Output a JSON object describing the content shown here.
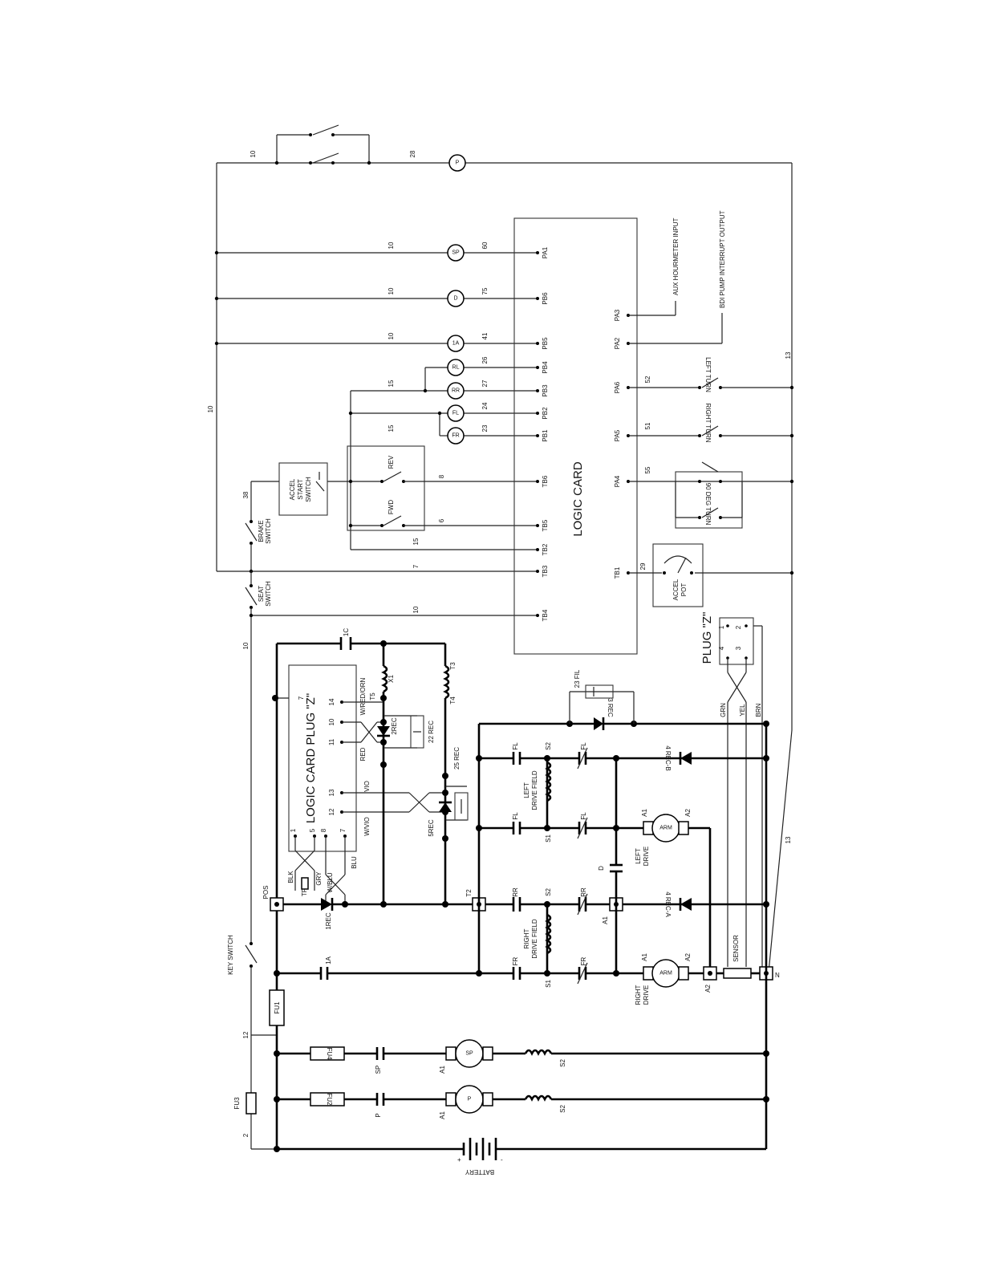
{
  "logic_card": {
    "title": "LOGIC CARD",
    "pins": {
      "PA1": "PA1",
      "PB6": "PB6",
      "PB5": "PB5",
      "PB4": "PB4",
      "PB3": "PB3",
      "PB2": "PB2",
      "PB1": "PB1",
      "TB6": "TB6",
      "TB5": "TB5",
      "TB2": "TB2",
      "TB3": "TB3",
      "TB4": "TB4",
      "PA3": "PA3",
      "PA2": "PA2",
      "PA6": "PA6",
      "PA5": "PA5",
      "PA4": "PA4",
      "TB1": "TB1"
    }
  },
  "outputs": {
    "aux_hourmeter": "AUX HOURMETER INPUT",
    "bdi_pump": "BDI PUMP INTERRUPT OUTPUT"
  },
  "coils": {
    "P": "P",
    "SP": "SP",
    "D": "D",
    "1A": "1A",
    "RL": "RL",
    "RR": "RR",
    "FL": "FL",
    "FR": "FR"
  },
  "wires": {
    "w10": "10",
    "w28": "28",
    "w60": "60",
    "w75": "75",
    "w41": "41",
    "w26": "26",
    "w27": "27",
    "w24": "24",
    "w23": "23",
    "w15": "15",
    "w8": "8",
    "w6": "6",
    "w7": "7",
    "w38": "38",
    "w13": "13",
    "w52": "52",
    "w51": "51",
    "w55": "55",
    "w29": "29",
    "w12": "12",
    "w2": "2"
  },
  "switches": {
    "accel_start": [
      "ACCEL",
      "START",
      "SWITCH"
    ],
    "brake": [
      "BRAKE",
      "SWITCH"
    ],
    "seat": [
      "SEAT",
      "SWITCH"
    ],
    "key": "KEY SWITCH",
    "rev": "REV",
    "fwd": "FWD",
    "left_turn": "LEFT TURN",
    "right_turn": "RIGHT TURN",
    "deg90_turn": "90 DEG TURN"
  },
  "accel_pot": [
    "ACCEL",
    "POT"
  ],
  "plug_z": {
    "title": "PLUG \"Z\"",
    "pins": {
      "p1": "1",
      "p2": "2",
      "p3": "3",
      "p4": "4"
    },
    "wires": {
      "grn": "GRN",
      "yel": "YEL",
      "brn": "BRN"
    }
  },
  "logic_plug": {
    "title": "LOGIC CARD PLUG \"Z\"",
    "pins": {
      "p7": "7",
      "p14": "14",
      "p10": "10",
      "p11": "11",
      "p13": "13",
      "p12": "12",
      "p1": "1",
      "p5": "5",
      "p8": "8",
      "p7b": "7"
    },
    "wires": {
      "wredorn": "W/RED/ORN",
      "red": "RED",
      "vio": "VIO",
      "wvio": "W/VIO",
      "blk": "BLK",
      "gry": "GRY",
      "wblu": "W/BLU",
      "blu": "BLU",
      "tp": "TP"
    }
  },
  "power": {
    "c1C": "1C",
    "x1": "X1",
    "t5": "T5",
    "t3": "T3",
    "t4": "T4",
    "t2": "T2",
    "rec2": "2REC",
    "rec22": "22 REC",
    "rec25": "25 REC",
    "rec5": "5REC",
    "rec1": "1REC",
    "rec3": "3 REC",
    "fil23": "23 FIL",
    "pos": "POS",
    "n": "N",
    "c1A": "1A",
    "contacts": {
      "FL": "FL",
      "FR": "FR",
      "RR": "RR"
    },
    "s1": "S1",
    "s2": "S2",
    "a1": "A1",
    "a2": "A2",
    "d": "D",
    "left_field": [
      "LEFT",
      "DRIVE FIELD"
    ],
    "right_field": [
      "RIGHT",
      "DRIVE FIELD"
    ],
    "left_drive": [
      "LEFT",
      "DRIVE"
    ],
    "right_drive": [
      "RIGHT",
      "DRIVE"
    ],
    "arm": "ARM",
    "rec4b": "4 REC-B",
    "rec4a": "4 REC-A",
    "sensor": "SENSOR",
    "fu1": "FU1",
    "fu2": "FU2",
    "fu3": "FU3",
    "fu4": "FU4",
    "sp": "SP",
    "p": "P",
    "battery": "BATTERY",
    "plus": "+",
    "minus": "-"
  }
}
